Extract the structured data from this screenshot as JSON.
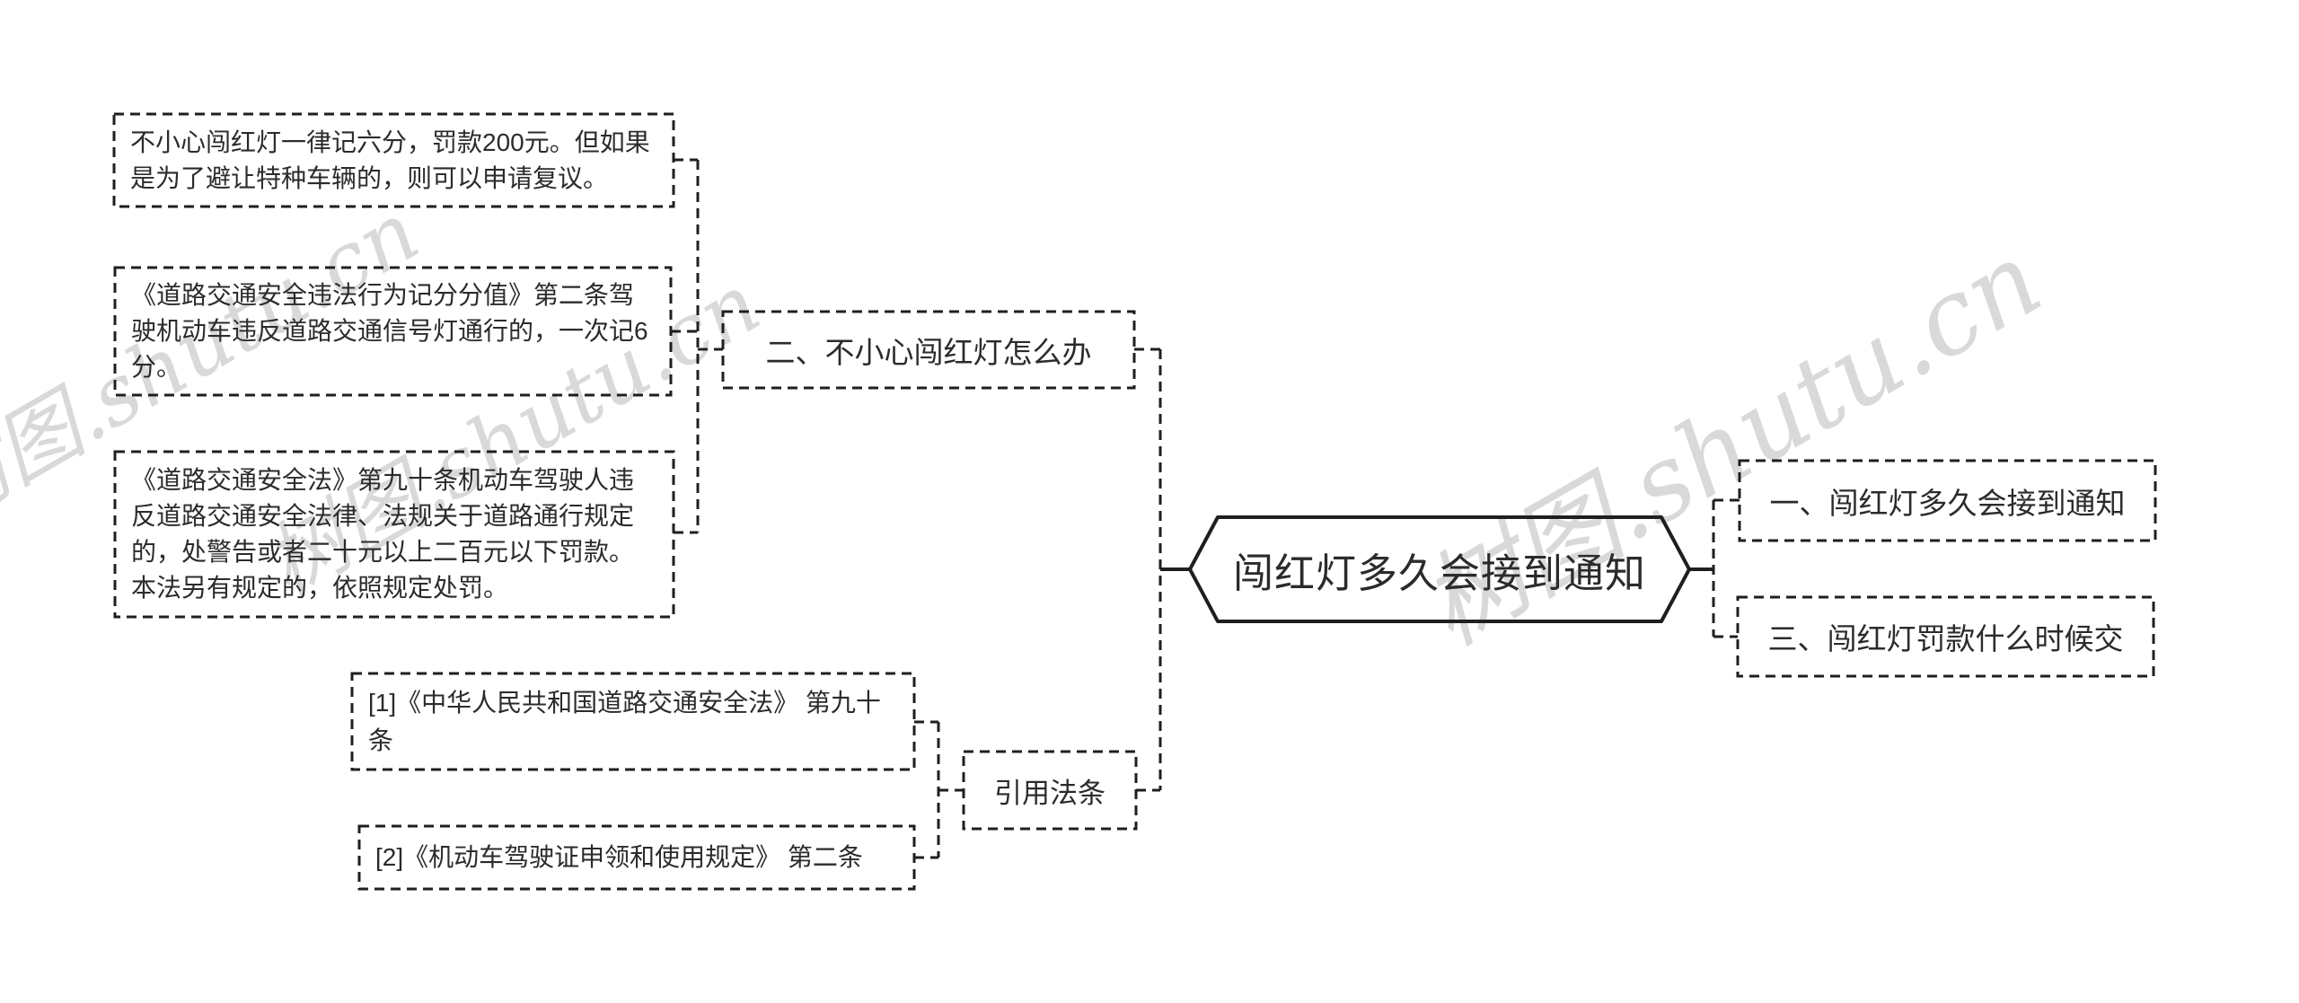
{
  "watermark": {
    "text": "树图.shutu.cn",
    "color": "#d9d9d9"
  },
  "center": {
    "label": "闯红灯多久会接到通知"
  },
  "topics": {
    "topic1": {
      "label": "一、闯红灯多久会接到通知"
    },
    "topic2": {
      "label": "二、不小心闯红灯怎么办"
    },
    "topic3": {
      "label": "三、闯红灯罚款什么时候交"
    },
    "references": {
      "label": "引用法条"
    }
  },
  "notes": [
    {
      "text": "不小心闯红灯一律记六分，罚款200元。但如果是为了避让特种车辆的，则可以申请复议。"
    },
    {
      "text": "《道路交通安全违法行为记分分值》第二条驾驶机动车违反道路交通信号灯通行的，一次记6分。"
    },
    {
      "text": "《道路交通安全法》第九十条机动车驾驶人违反道路交通安全法律、法规关于道路通行规定的，处警告或者二十元以上二百元以下罚款。本法另有规定的，依照规定处罚。"
    }
  ],
  "citations": [
    {
      "text": "[1]《中华人民共和国道路交通安全法》 第九十条"
    },
    {
      "text": "[2]《机动车驾驶证申领和使用规定》 第二条"
    }
  ],
  "colors": {
    "stroke": "#1f1f1f",
    "watermark": "#d9d9d9"
  }
}
